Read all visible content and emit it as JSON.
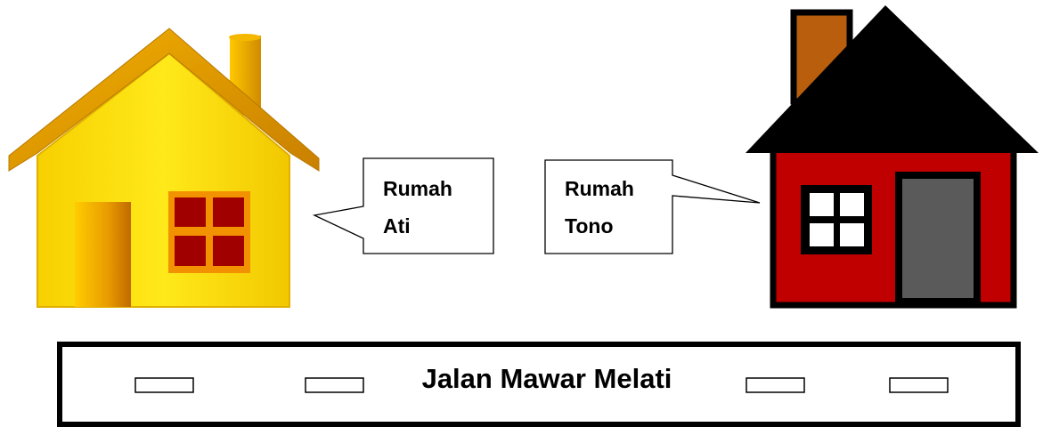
{
  "callouts": {
    "ati": {
      "line1": "Rumah",
      "line2": "Ati"
    },
    "tono": {
      "line1": "Rumah",
      "line2": "Tono"
    }
  },
  "road": {
    "label": "Jalan Mawar Melati"
  },
  "colors": {
    "yellow_house_wall": "#FFE000",
    "yellow_house_roof": "#E8A000",
    "yellow_house_window": "#A00000",
    "red_house_wall": "#C00000",
    "red_house_roof": "#000000",
    "red_house_chimney": "#B85E0C",
    "red_house_door": "#5A5A5A"
  }
}
